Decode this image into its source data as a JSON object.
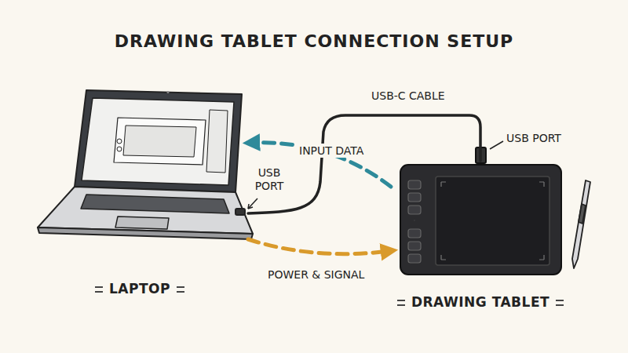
{
  "diagram": {
    "title": "DRAWING TABLET CONNECTION SETUP",
    "nodes": [
      {
        "text": [
          "LAPTOP"
        ]
      },
      {
        "text": [
          "DRAWING TABLET"
        ]
      }
    ],
    "edges": [
      {
        "from": 0,
        "to": 1,
        "arrow": "none",
        "label": "USB-C CABLE"
      },
      {
        "from": 1,
        "to": 0,
        "arrow": "to",
        "label": "INPUT DATA"
      },
      {
        "from": 0,
        "to": 1,
        "arrow": "to",
        "label": "POWER & SIGNAL"
      }
    ],
    "labels": [
      "USB PORT",
      "USB PORT"
    ]
  }
}
